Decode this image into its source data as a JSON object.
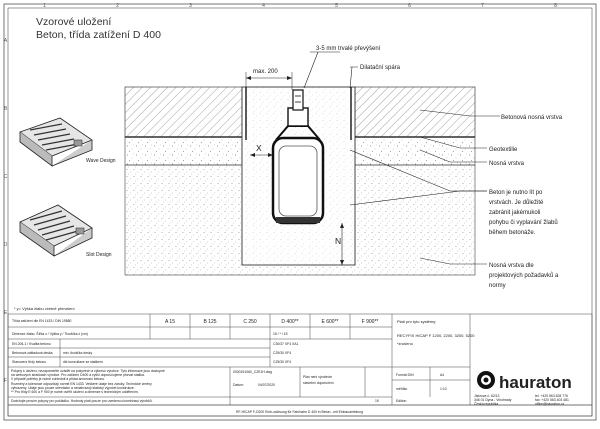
{
  "title": {
    "line1": "Vzorové uložení",
    "line2": "Beton, třída zatížení D 400"
  },
  "frame": {
    "top_cols": [
      "1",
      "2",
      "3",
      "4",
      "5",
      "6",
      "7",
      "8"
    ],
    "side_rows": [
      "A",
      "B",
      "C",
      "D",
      "E",
      "F"
    ]
  },
  "diagram": {
    "dim_max": "max. 200",
    "dim_x": "X",
    "dim_n": "N",
    "callouts": {
      "elevation": "3-5 mm trvalé převýšení",
      "joint": "Dilatační spára",
      "concrete_layer": "Betonová nosná vrstva",
      "geotextile": "Geotextilie",
      "bearing_layer": "Nosná vrstva",
      "concrete_note": [
        "Beton je nutno lít po",
        "vrstvách. Je důležité",
        "zabránit jakémukoli",
        "pohybu či vyplavání žlabů",
        "během betonáže."
      ],
      "bearing_note": [
        "Nosná vrstva dle",
        "projektových požadavků a",
        "normy"
      ]
    }
  },
  "grates": {
    "wave_label": "Wave Design",
    "slot_label": "Slot Design"
  },
  "footnote": "* y= Výška žlabu včetně přerušení",
  "table": {
    "header_label": "Třída zatížení dle EN 1433 / DIN 19580",
    "load_classes": [
      "A 15",
      "B 125",
      "C 250",
      "D 400**",
      "E 600**",
      "F 900**"
    ],
    "row1_label": "Dimenze žlabu: Šířka x / Výška y / Tloušťka z (cm)",
    "row1_value": "15 / * / 15",
    "rows": [
      {
        "left": "EN 206-1 / Kvalita betonu",
        "mid": "",
        "value": "C30/37 XF4 XA1"
      },
      {
        "left": "Betonová základová deska",
        "mid": "min. tloušťka desky",
        "value": "C25/30 XF4"
      },
      {
        "left": "Stanovení třídy betonu",
        "mid": "dle konzultace se statikem",
        "value": "C25/30 XF4"
      }
    ],
    "note_lines": [
      "Pokyny k uložení, nezapomeňte uvádět na pokynech a výkresu výrobce. Tyto informace jsou dostupné",
      "na webových stránkách výrobce. Pro zatížení D400 a vyšší doporučujeme přizvat statika.",
      "V případě potřeby je nutné zohlednit a přidat armování betonu.",
      "Rozměry a tolerance odpovídají normě EN 1433. Veškeré údaje bez záruky. Technické změny",
      "vyhrazeny. Údaje jsou pouze orientační a nenahrazují statický výpočet konstrukce.",
      "** Pro třídy E 600 a F 900 je nutné ověřit uložení a dimenze s technickým oddělením.",
      "Dodržujte prosím pokyny pro pokládku. Hodnoty platí pouze pro uvedenou kombinaci výrobků."
    ],
    "draw_no": "0000151060_CZE1H.dwg",
    "date_label": "Datum:",
    "date": "04/07/2020",
    "plan_lines": [
      "Plán není výrobním",
      "stavební doporučení"
    ],
    "page_no": "19",
    "sheet_label": "Edition",
    "product_label": "Platí pro tyto systémy:",
    "product": "RECYFIX HICAP F 1200, 2200, 3200, 5200",
    "product_sub": "*zrušeno",
    "format_label": "Formát DIN",
    "format_value": "A4",
    "scale_label": "měřítko",
    "scale_value": "1:10",
    "footer_text": "RF-HICAP F-D200 Einb-uslösung für Fahrbahn D 400 in Beton...mit Einbauanleitung"
  },
  "company": {
    "logo_text": "hauraton",
    "address_line1": "Jiskrova č. 62/13",
    "address_line2": "346 01 Dyna - Vinohrady",
    "address_line3": "Česká republika",
    "phone_line1": "tel. +420 563 628 776",
    "phone_line2": "fax: +420 563 403 481",
    "email": "office@hauraton.cz"
  }
}
